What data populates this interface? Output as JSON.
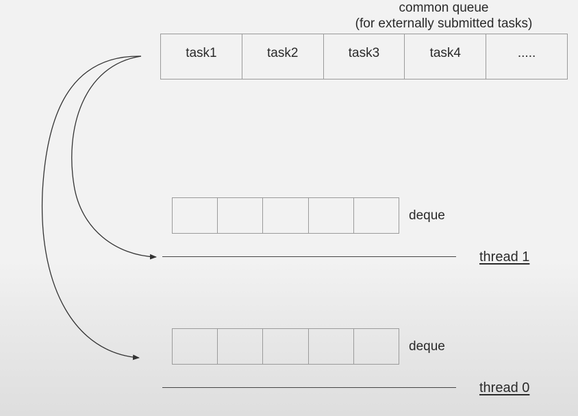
{
  "common_queue": {
    "title_line1": "common queue",
    "title_line2": "(for externally submitted tasks)",
    "cells": [
      "task1",
      "task2",
      "task3",
      "task4",
      "....."
    ]
  },
  "thread1": {
    "deque_label": "deque",
    "thread_label": "thread 1"
  },
  "thread0": {
    "deque_label": "deque",
    "thread_label": "thread 0"
  }
}
